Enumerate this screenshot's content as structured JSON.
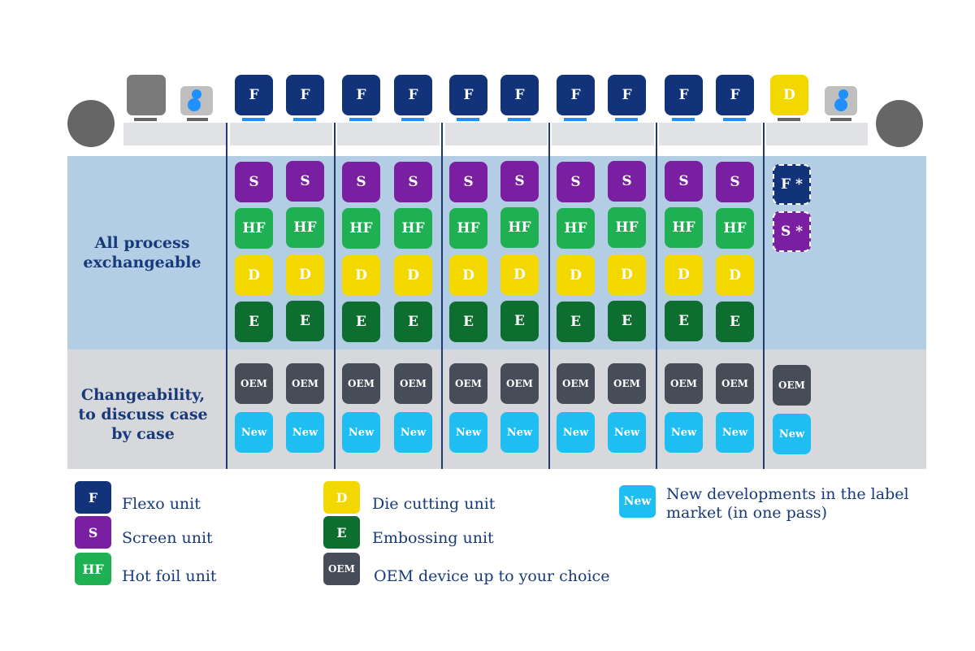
{
  "row_labels": {
    "exchangeable": "All process exchangeable",
    "changeability": "Changeability, to discuss case by case"
  },
  "colors": {
    "flexo": "#12337a",
    "screen": "#7b1fa2",
    "hotfoil": "#1fb053",
    "die": "#f3d800",
    "emboss": "#0d6e2f",
    "oem": "#474c59",
    "new": "#1ebdf2",
    "band_blue": "#b3cde4",
    "band_gray": "#d6d8dc",
    "accent": "#1e90ff"
  },
  "press": {
    "top_units": [
      "F",
      "F",
      "F",
      "F",
      "F",
      "F",
      "F",
      "F",
      "F",
      "F"
    ],
    "end_unit": "D",
    "column_stack": [
      "S",
      "HF",
      "D",
      "E"
    ],
    "optional_units": [
      "F *",
      "S *"
    ],
    "changeability_units": [
      "OEM",
      "New"
    ]
  },
  "legend": [
    {
      "code": "F",
      "label": "Flexo unit",
      "color_key": "flexo"
    },
    {
      "code": "S",
      "label": "Screen unit",
      "color_key": "screen"
    },
    {
      "code": "HF",
      "label": "Hot foil unit",
      "color_key": "hotfoil"
    },
    {
      "code": "D",
      "label": "Die cutting unit",
      "color_key": "die"
    },
    {
      "code": "E",
      "label": "Embossing unit",
      "color_key": "emboss"
    },
    {
      "code": "OEM",
      "label": "OEM device up to your choice",
      "color_key": "oem"
    },
    {
      "code": "New",
      "label": "New developments in the label market (in one pass)",
      "color_key": "new"
    }
  ]
}
